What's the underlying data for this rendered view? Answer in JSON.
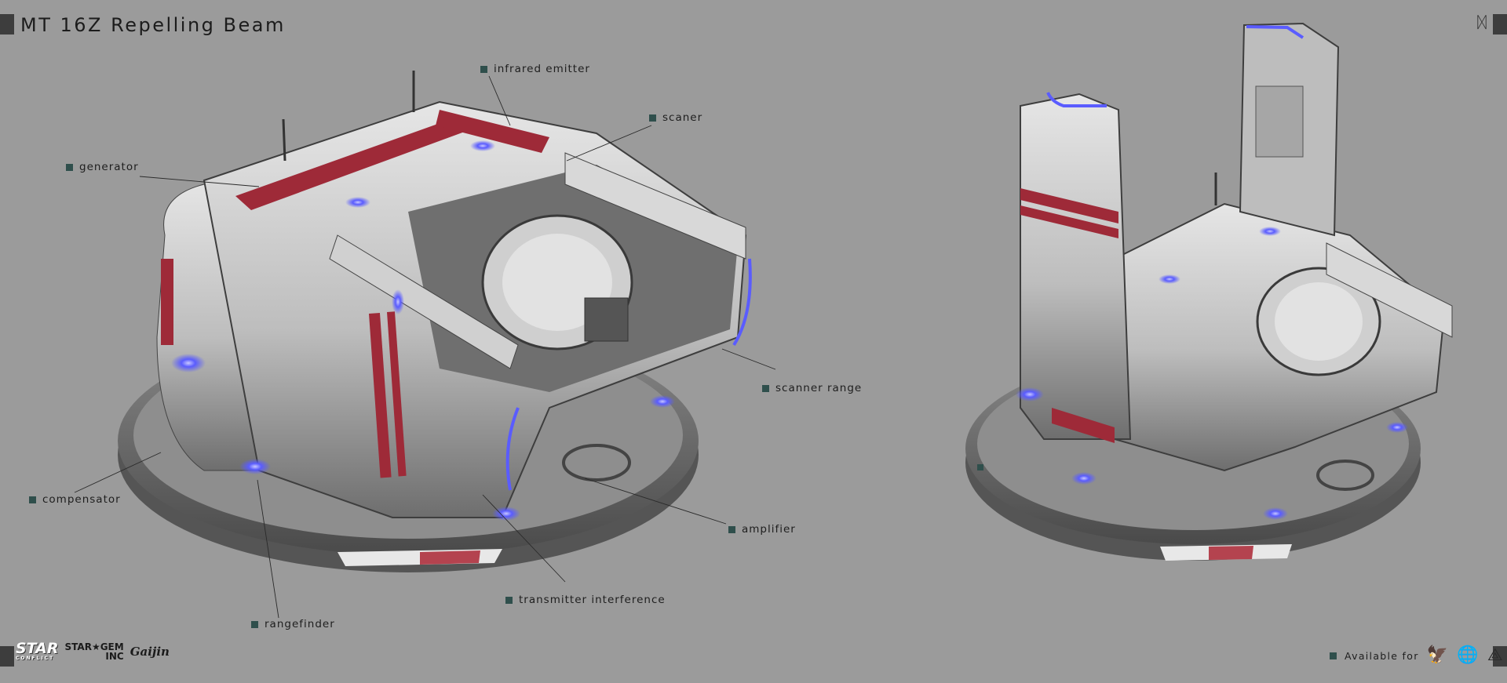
{
  "page": {
    "title": "MT 16Z Repelling Beam",
    "top_right_glyph": "ᛞ"
  },
  "labels": {
    "infrared_emitter": "infrared emitter",
    "scaner": "scaner",
    "generator": "generator",
    "scanner_range": "scanner range",
    "compensator": "compensator",
    "amplifier": "amplifier",
    "transmitter_interference": "transmitter interference",
    "rangefinder": "rangefinder"
  },
  "footer": {
    "logo_star_conflict": "STAR",
    "logo_star_conflict_sub": "CONFLICT",
    "logo_star_gem_top": "STAR★GEM",
    "logo_star_gem_bottom": "INC",
    "logo_gaijin": "Gaijin",
    "available_for": "Available for",
    "platform_icons": [
      "eagle-icon",
      "globe-icon",
      "steam-like-icon"
    ],
    "platform_glyphs": [
      "🦅",
      "🌐",
      "⟁"
    ]
  },
  "colors": {
    "background": "#9b9b9b",
    "bullet": "#2f4f4c",
    "hull_stripe": "#9e2a38",
    "glow": "#5a5cff"
  }
}
